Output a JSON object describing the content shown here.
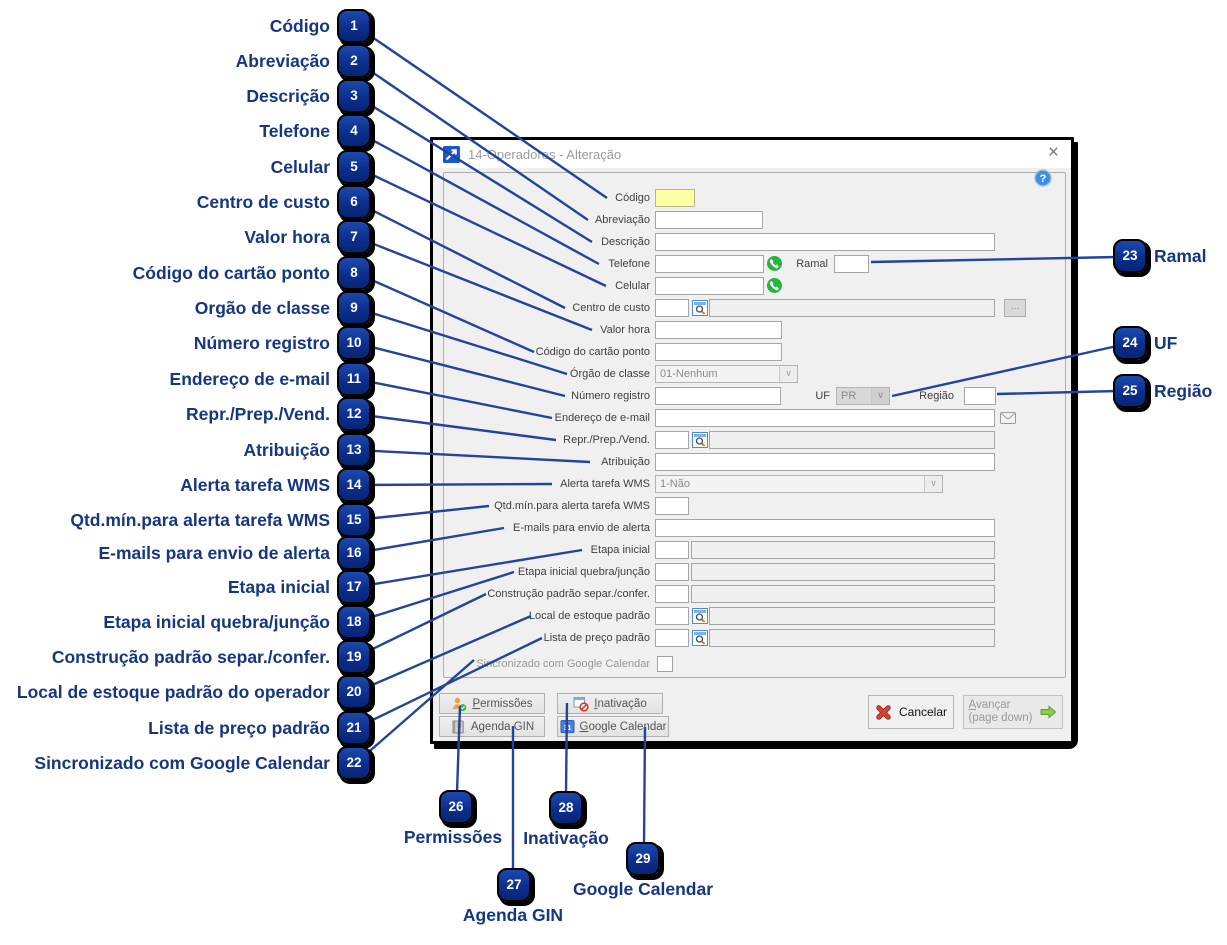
{
  "window": {
    "title": "14-Operadores - Alteração",
    "close_glyph": "×",
    "help_glyph": "?"
  },
  "form": {
    "rows": [
      {
        "label": "Código"
      },
      {
        "label": "Abreviação"
      },
      {
        "label": "Descrição"
      },
      {
        "label": "Telefone"
      },
      {
        "label": "Celular"
      },
      {
        "label": "Centro de custo"
      },
      {
        "label": "Valor hora"
      },
      {
        "label": "Código do cartão ponto"
      },
      {
        "label": "Órgão de classe"
      },
      {
        "label": "Número registro"
      },
      {
        "label": "Endereço de e-mail"
      },
      {
        "label": "Repr./Prep./Vend."
      },
      {
        "label": "Atribuição"
      },
      {
        "label": "Alerta tarefa WMS"
      },
      {
        "label": "Qtd.mín.para alerta tarefa WMS"
      },
      {
        "label": "E-mails para envio de alerta"
      },
      {
        "label": "Etapa inicial"
      },
      {
        "label": "Etapa inicial quebra/junção"
      },
      {
        "label": "Construção padrão separ./confer."
      },
      {
        "label": "Local de estoque padrão"
      },
      {
        "label": "Lista de preço padrão"
      }
    ],
    "checkbox_label": "Sincronizado com Google Calendar",
    "values": {
      "orgao_de_classe": "01-Nenhum",
      "uf": "PR",
      "alerta_tarefa_wms": "1-Não"
    },
    "inline_labels": {
      "ramal": "Ramal",
      "uf": "UF",
      "regiao": "Região"
    },
    "ellipsis": "..."
  },
  "action_buttons": {
    "permissoes": "Permissões",
    "agenda_gin": "Agenda GIN",
    "inativacao": "Inativação",
    "google_calendar": "Google Calendar",
    "cancelar": "Cancelar",
    "avancar": "Avançar",
    "avancar_sub": "(page down)"
  },
  "callouts": {
    "left": [
      {
        "num": "1",
        "label": "Código"
      },
      {
        "num": "2",
        "label": "Abreviação"
      },
      {
        "num": "3",
        "label": "Descrição"
      },
      {
        "num": "4",
        "label": "Telefone"
      },
      {
        "num": "5",
        "label": "Celular"
      },
      {
        "num": "6",
        "label": "Centro de custo"
      },
      {
        "num": "7",
        "label": "Valor hora"
      },
      {
        "num": "8",
        "label": "Código do cartão ponto"
      },
      {
        "num": "9",
        "label": "Orgão de classe"
      },
      {
        "num": "10",
        "label": "Número registro"
      },
      {
        "num": "11",
        "label": "Endereço de e-mail"
      },
      {
        "num": "12",
        "label": "Repr./Prep./Vend."
      },
      {
        "num": "13",
        "label": "Atribuição"
      },
      {
        "num": "14",
        "label": "Alerta tarefa WMS"
      },
      {
        "num": "15",
        "label": "Qtd.mín.para alerta tarefa WMS"
      },
      {
        "num": "16",
        "label": "E-mails para envio de alerta"
      },
      {
        "num": "17",
        "label": "Etapa inicial"
      },
      {
        "num": "18",
        "label": "Etapa inicial quebra/junção"
      },
      {
        "num": "19",
        "label": "Construção padrão separ./confer."
      },
      {
        "num": "20",
        "label": "Local de estoque padrão do operador"
      },
      {
        "num": "21",
        "label": "Lista de preço padrão"
      },
      {
        "num": "22",
        "label": "Sincronizado com Google Calendar"
      }
    ],
    "right": [
      {
        "num": "23",
        "label": "Ramal"
      },
      {
        "num": "24",
        "label": "UF"
      },
      {
        "num": "25",
        "label": "Região"
      }
    ],
    "bottom": [
      {
        "num": "26",
        "label": "Permissões"
      },
      {
        "num": "27",
        "label": "Agenda GIN"
      },
      {
        "num": "28",
        "label": "Inativação"
      },
      {
        "num": "29",
        "label": "Google Calendar"
      }
    ]
  },
  "icons": {
    "app": "blue-square-arrow",
    "whatsapp": "phone-in-green-circle",
    "lookup": "magnifier-window",
    "email": "envelope",
    "permissoes": "user-with-check",
    "agenda": "notebook",
    "inativacao": "panel-blocked",
    "google_calendar": "calendar-31",
    "calendar_31_text": "31",
    "cancel": "red-x",
    "advance": "green-arrow",
    "help": "question-mark"
  },
  "colors": {
    "badge_blue": "#0b2f8e",
    "line_blue": "#24439b",
    "callout_text": "#16367f",
    "highlight_yellow": "#ffffa6",
    "whatsapp_green": "#25b440"
  }
}
